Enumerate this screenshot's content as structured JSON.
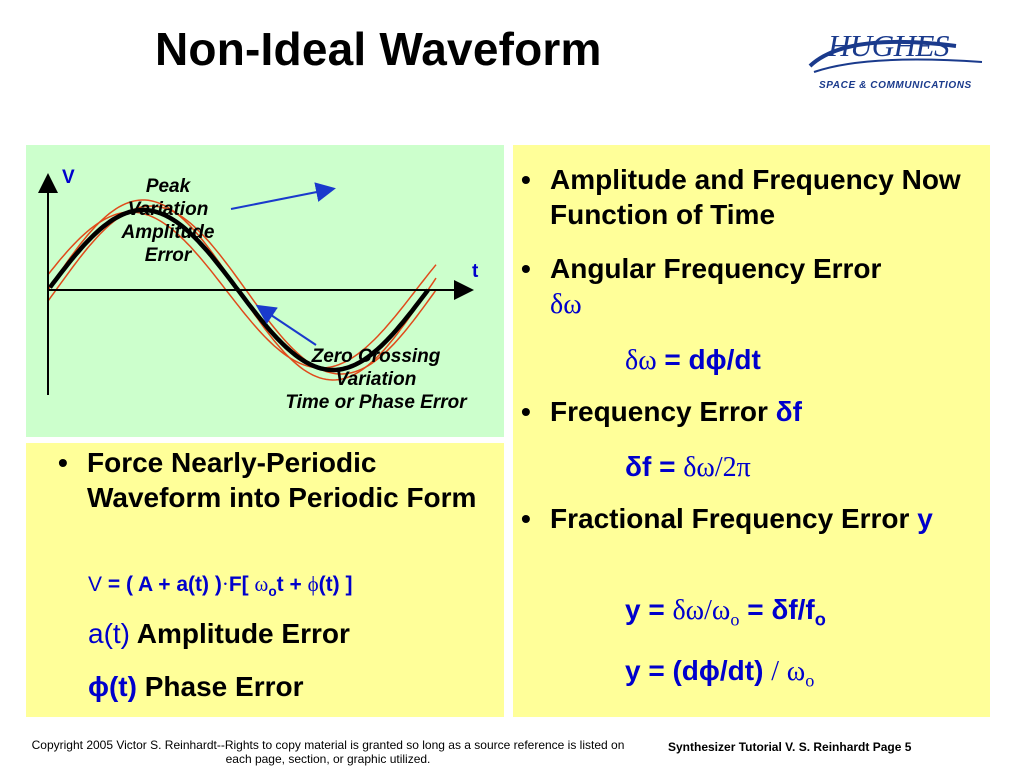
{
  "title": "Non-Ideal Waveform",
  "logo": {
    "name": "HUGHES",
    "subtitle": "SPACE & COMMUNICATIONS"
  },
  "diagram": {
    "axis_v": "V",
    "axis_t": "t",
    "peak_label": [
      "Peak",
      "Variation",
      "Amplitude",
      "Error"
    ],
    "zero_label": [
      "Zero Crossing",
      "Variation",
      "Time or Phase Error"
    ]
  },
  "left": {
    "bullet": "Force Nearly-Periodic Waveform into Periodic Form",
    "eq": {
      "v": "V",
      "p1": "= ( A + a(t) )",
      "dot": "·",
      "p2": "F[",
      "omega": "ω",
      "sub_o": "o",
      "p3": "t +",
      "phi": "ϕ",
      "p4": "(t) ]"
    },
    "at": {
      "sym": "a(t)",
      "text": "Amplitude Error"
    },
    "phit": {
      "sym": "ϕ(t)",
      "text": "Phase Error"
    }
  },
  "right": {
    "b1": "Amplitude and Frequency Now Function of Time",
    "b2": {
      "text": "Angular Frequency Error",
      "sym": "δω"
    },
    "eq1": {
      "lhs": "δω",
      "rhs": "= dϕ/dt"
    },
    "b3": {
      "text": "Frequency Error",
      "sym": "δf"
    },
    "eq2": {
      "lhs": "δf =",
      "rhs": "δω/2π"
    },
    "b4": {
      "text": "Fractional Frequency Error",
      "sym": "y"
    },
    "eq3": {
      "a": "y =",
      "b": "δω/ω",
      "b_sub": "o",
      "c": "= δf/f",
      "c_sub": "o"
    },
    "eq4": {
      "a": "y = (dϕ/dt)",
      "b": "/",
      "c": "ω",
      "c_sub": "o"
    }
  },
  "footer": {
    "left": "Copyright 2005 Victor S. Reinhardt--Rights to copy material is granted so long as a source reference is listed on each page, section, or graphic utilized.",
    "right": "Synthesizer Tutorial V. S. Reinhardt Page 5"
  },
  "colors": {
    "green_panel": "#ccffcc",
    "yellow_panel": "#ffff99",
    "accent_blue": "#0000cc",
    "wave_red": "#e04a1a"
  }
}
